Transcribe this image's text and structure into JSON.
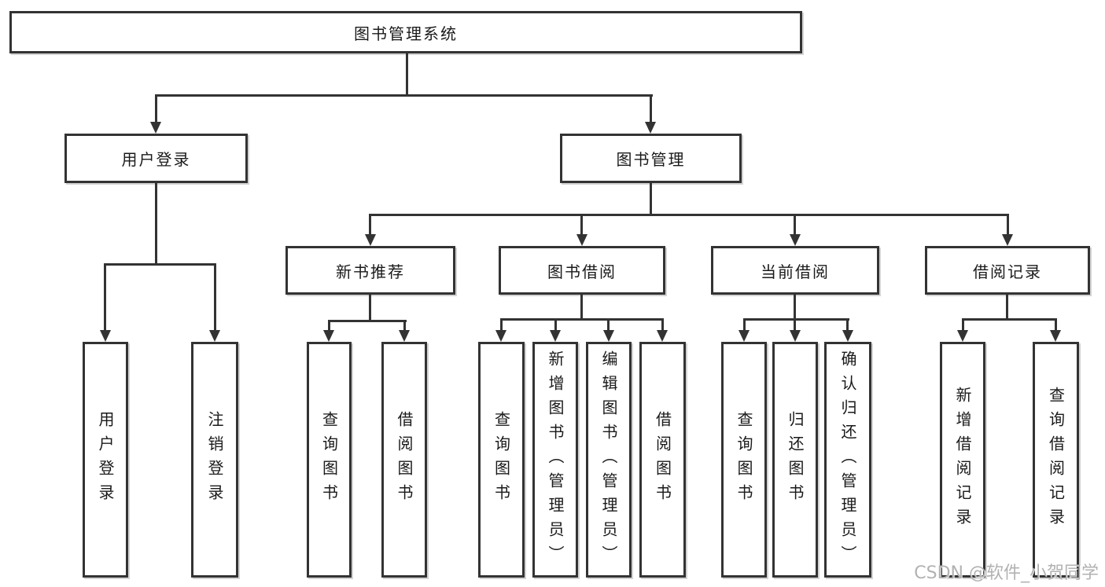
{
  "diagram_title": "图书管理系统",
  "tree": {
    "root": {
      "label": "图书管理系统"
    },
    "branches": [
      {
        "label": "用户登录",
        "children": [
          {
            "label": "用户登录"
          },
          {
            "label": "注销登录"
          }
        ]
      },
      {
        "label": "图书管理",
        "groups": [
          {
            "label": "新书推荐",
            "children": [
              {
                "label": "查询图书"
              },
              {
                "label": "借阅图书"
              }
            ]
          },
          {
            "label": "图书借阅",
            "children": [
              {
                "label": "查询图书"
              },
              {
                "label": "新增图书（管理员）"
              },
              {
                "label": "编辑图书（管理员）"
              },
              {
                "label": "借阅图书"
              }
            ]
          },
          {
            "label": "当前借阅",
            "children": [
              {
                "label": "查询图书"
              },
              {
                "label": "归还图书"
              },
              {
                "label": "确认归还（管理员）"
              }
            ]
          },
          {
            "label": "借阅记录",
            "children": [
              {
                "label": "新增借阅记录"
              },
              {
                "label": "查询借阅记录"
              }
            ]
          }
        ]
      }
    ]
  },
  "watermark": {
    "text": "CSDN @软件_小贺同学"
  },
  "colors": {
    "line": "#333333",
    "text": "#1a1a1a",
    "watermark": "#b2b2b2",
    "background": "#ffffff"
  }
}
